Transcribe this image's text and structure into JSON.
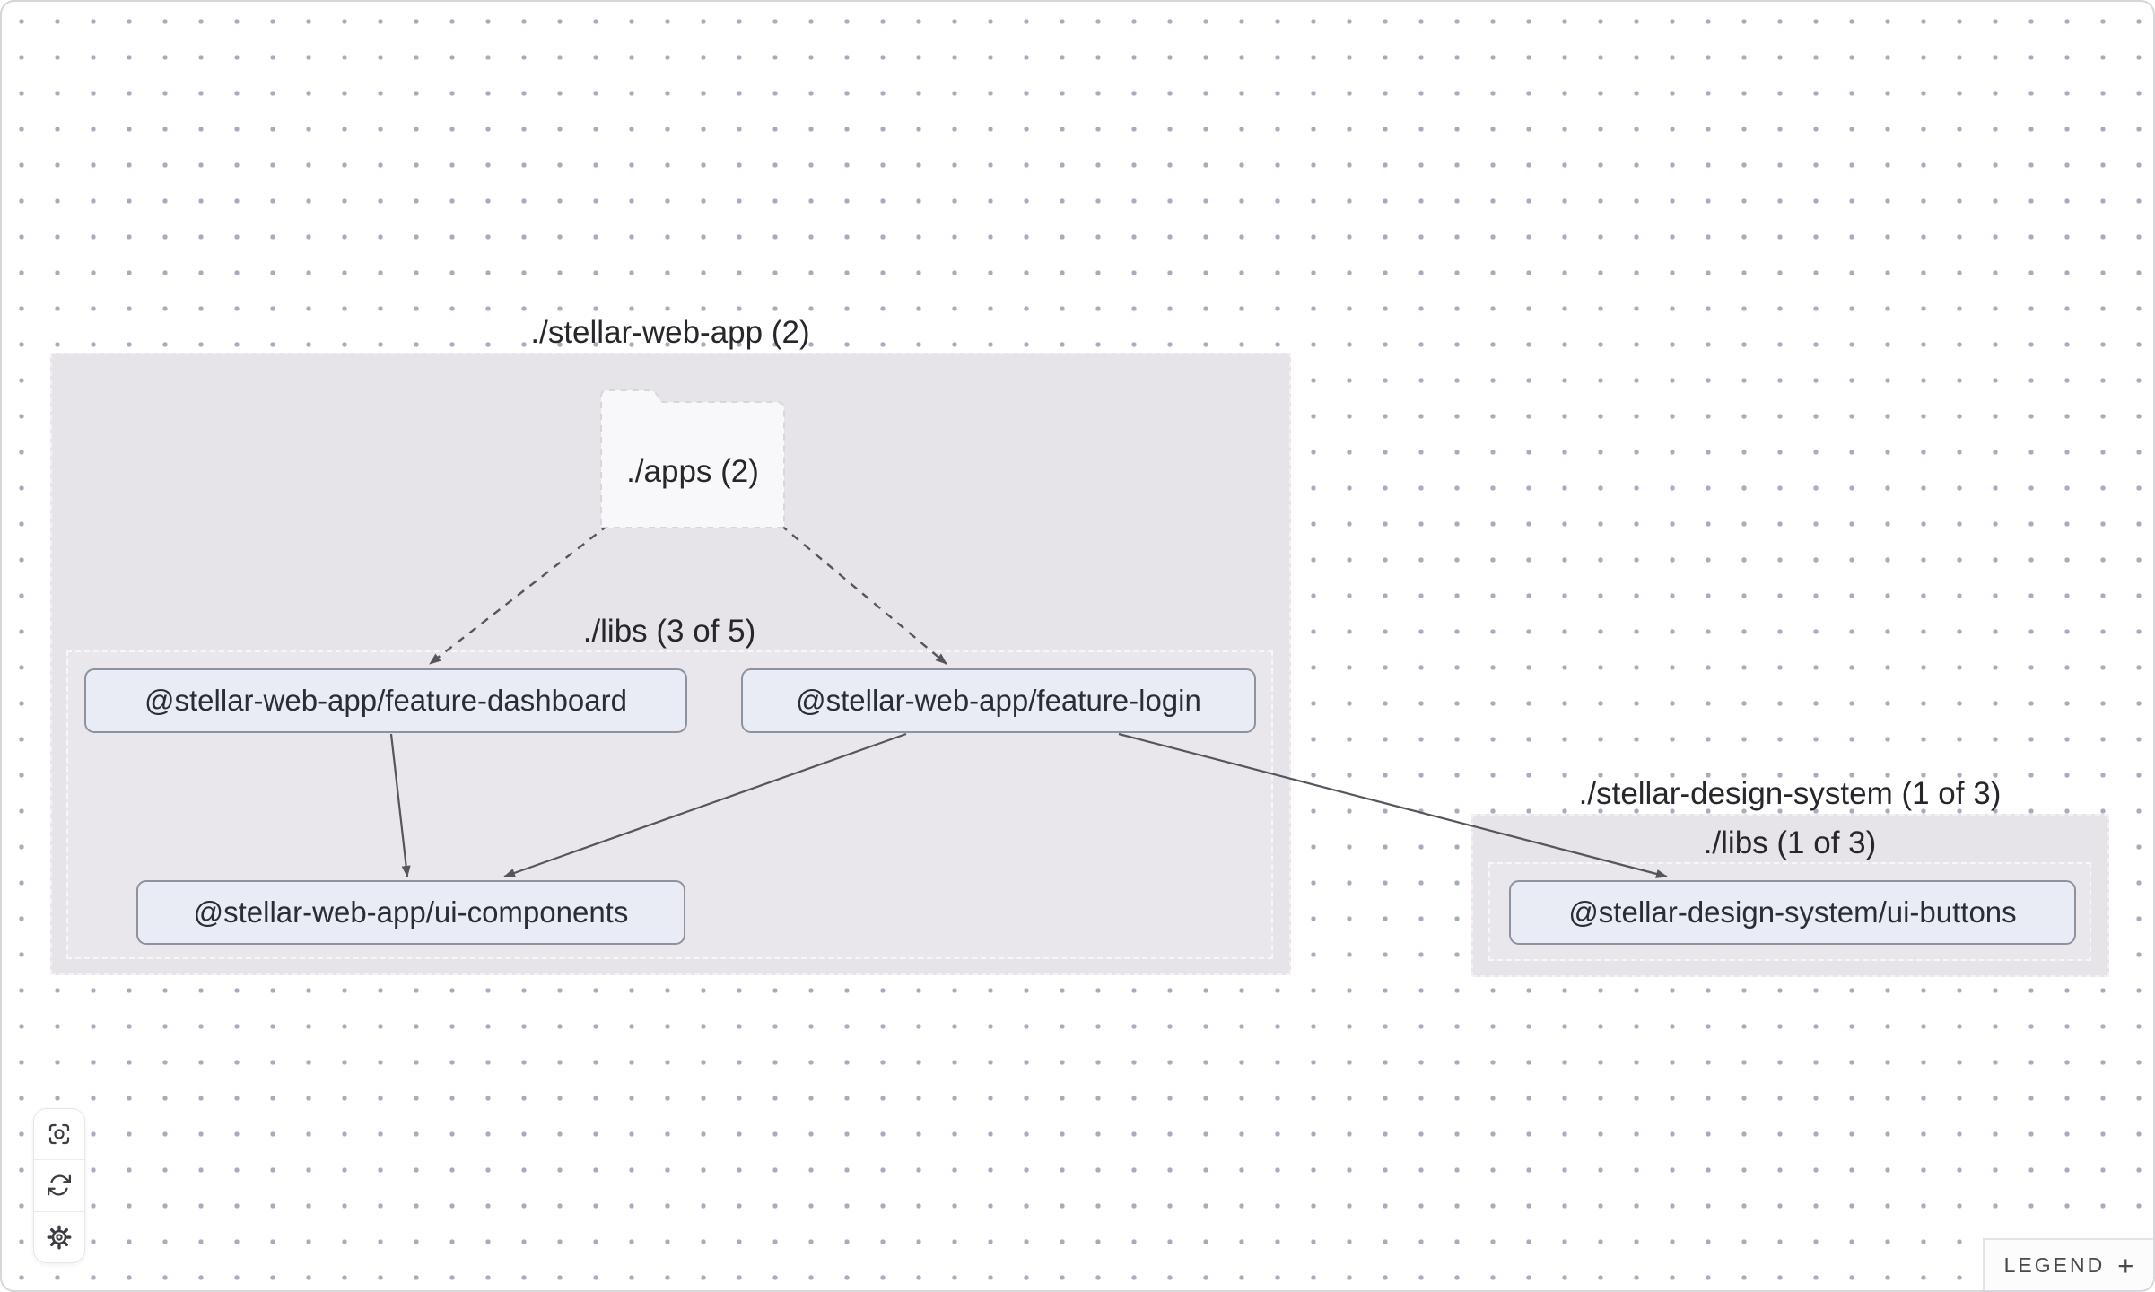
{
  "groups": {
    "web_app": {
      "label": "./stellar-web-app (2)"
    },
    "web_app_libs": {
      "label": "./libs (3 of 5)"
    },
    "design_system": {
      "label": "./stellar-design-system (1 of 3)"
    },
    "design_system_libs": {
      "label": "./libs (1 of 3)"
    }
  },
  "folder": {
    "label": "./apps (2)"
  },
  "nodes": {
    "feature_dashboard": {
      "label": "@stellar-web-app/feature-dashboard"
    },
    "feature_login": {
      "label": "@stellar-web-app/feature-login"
    },
    "ui_components": {
      "label": "@stellar-web-app/ui-components"
    },
    "ui_buttons": {
      "label": "@stellar-design-system/ui-buttons"
    }
  },
  "edges": [
    {
      "from": "./apps",
      "to": "@stellar-web-app/feature-dashboard",
      "style": "dashed"
    },
    {
      "from": "./apps",
      "to": "@stellar-web-app/feature-login",
      "style": "dashed"
    },
    {
      "from": "@stellar-web-app/feature-dashboard",
      "to": "@stellar-web-app/ui-components",
      "style": "solid"
    },
    {
      "from": "@stellar-web-app/feature-login",
      "to": "@stellar-web-app/ui-components",
      "style": "solid"
    },
    {
      "from": "@stellar-web-app/feature-login",
      "to": "@stellar-design-system/ui-buttons",
      "style": "solid"
    }
  ],
  "toolbar": {
    "buttons": [
      {
        "name": "zoom-to-fit",
        "icon": "focus-icon"
      },
      {
        "name": "refresh",
        "icon": "refresh-icon"
      },
      {
        "name": "settings",
        "icon": "gear-icon"
      }
    ]
  },
  "legend": {
    "label": "LEGEND",
    "toggle": "+"
  },
  "colors": {
    "group_fill": "#e6e4e9",
    "subgroup_fill": "#e9e7ec",
    "node_fill": "#e9ecf4",
    "node_border": "#8d92a1",
    "folder_fill": "#f8f7fa",
    "edge": "#55555d",
    "dot_grid": "#a6aebd"
  }
}
